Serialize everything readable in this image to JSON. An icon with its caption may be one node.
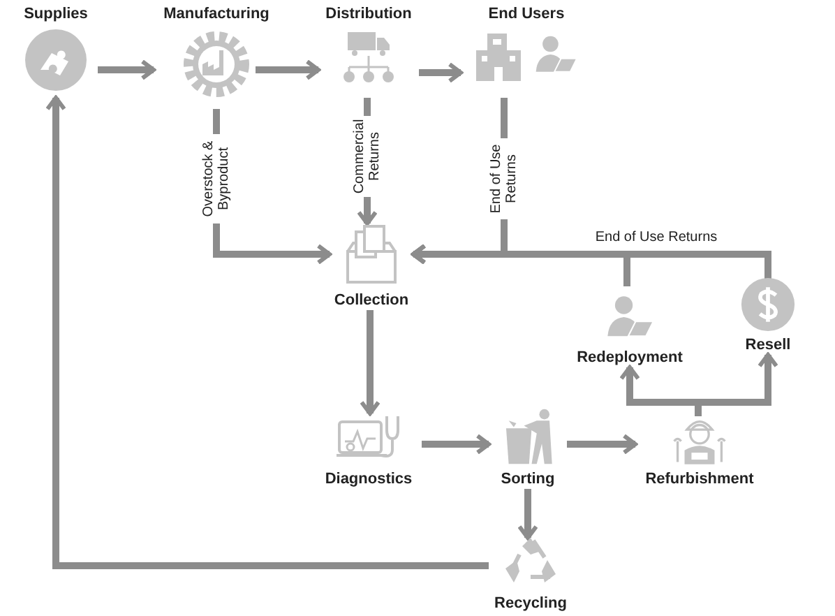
{
  "diagram": {
    "nodes": [
      {
        "text": [
          "Supplies"
        ]
      },
      {
        "text": [
          "Manufacturing"
        ]
      },
      {
        "text": [
          "Distribution"
        ]
      },
      {
        "text": [
          "End Users"
        ]
      },
      {
        "text": [
          "Collection"
        ]
      },
      {
        "text": [
          "Redeployment"
        ]
      },
      {
        "text": [
          "Resell"
        ]
      },
      {
        "text": [
          "Diagnostics"
        ]
      },
      {
        "text": [
          "Sorting"
        ]
      },
      {
        "text": [
          "Refurbishment"
        ]
      },
      {
        "text": [
          "Recycling"
        ]
      }
    ],
    "edges": [
      {
        "from": 0,
        "to": 1,
        "arrow": "to"
      },
      {
        "from": 1,
        "to": 2,
        "arrow": "to"
      },
      {
        "from": 2,
        "to": 3,
        "arrow": "to"
      },
      {
        "from": 1,
        "to": 4,
        "arrow": "to",
        "label": "Overstock & Byproduct"
      },
      {
        "from": 2,
        "to": 4,
        "arrow": "to",
        "label": "Commercial Returns"
      },
      {
        "from": 3,
        "to": 4,
        "arrow": "to",
        "label": "End of Use Returns"
      },
      {
        "from": 5,
        "to": 4,
        "arrow": "to"
      },
      {
        "from": 6,
        "to": 4,
        "arrow": "to",
        "label": "End of Use Returns"
      },
      {
        "from": 4,
        "to": 7,
        "arrow": "to"
      },
      {
        "from": 7,
        "to": 8,
        "arrow": "to"
      },
      {
        "from": 8,
        "to": 9,
        "arrow": "to"
      },
      {
        "from": 9,
        "to": 5,
        "arrow": "to"
      },
      {
        "from": 9,
        "to": 6,
        "arrow": "to"
      },
      {
        "from": 8,
        "to": 10,
        "arrow": "to"
      },
      {
        "from": 10,
        "to": 0,
        "arrow": "to"
      }
    ]
  }
}
